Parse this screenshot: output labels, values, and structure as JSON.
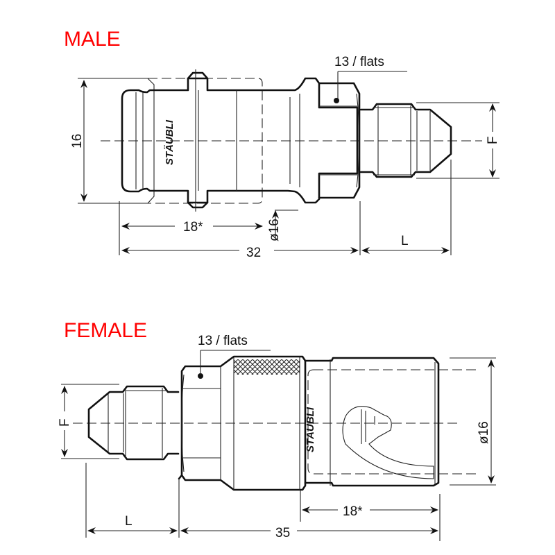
{
  "male": {
    "title": "MALE",
    "brand": "STÄUBLI",
    "dimensions": {
      "height": "16",
      "length_total": "32",
      "length_engage": "18*",
      "diameter": "ø16",
      "thread_length": "L",
      "thread_size": "F",
      "hex_flats": "13 / flats"
    }
  },
  "female": {
    "title": "FEMALE",
    "brand": "STÄUBLI",
    "dimensions": {
      "diameter": "ø16",
      "length_total": "35",
      "length_engage": "18*",
      "thread_length": "L",
      "thread_size": "F",
      "hex_flats": "13 / flats"
    }
  },
  "colors": {
    "title": "#ff0000",
    "line": "#111111"
  }
}
